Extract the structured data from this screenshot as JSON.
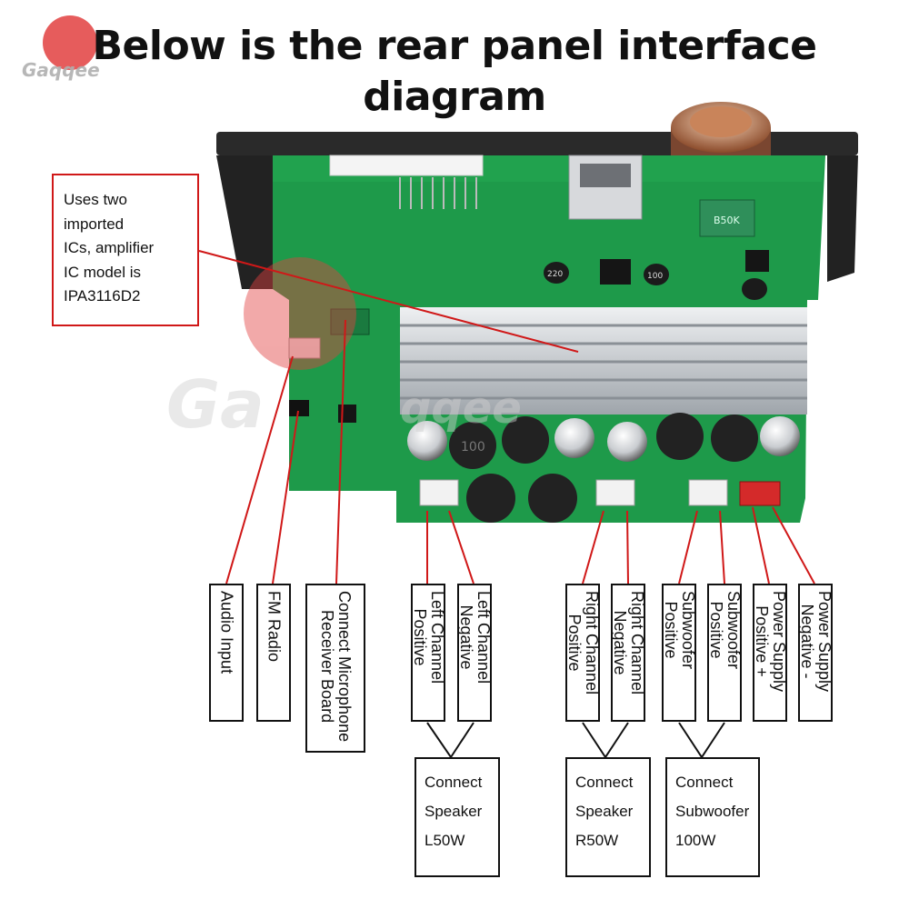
{
  "watermark": {
    "brand": "Gaqqee"
  },
  "title": {
    "line1": "Below is the rear panel interface",
    "line2": "diagram"
  },
  "note": {
    "lines": [
      "Uses two",
      "imported",
      "ICs, amplifier",
      "IC model is",
      "IPA3116D2"
    ]
  },
  "board": {
    "inductor_marking": "100",
    "resistor_marking": "B50K",
    "capacitor_marking_1": "220",
    "capacitor_marking_2": "100"
  },
  "labels": [
    {
      "lines": [
        "Audio Input"
      ]
    },
    {
      "lines": [
        "FM Radio"
      ]
    },
    {
      "lines": [
        "Connect Microphone",
        "Receiver Board"
      ]
    },
    {
      "lines": [
        "Left Channel",
        "Positive"
      ]
    },
    {
      "lines": [
        "Left Channel",
        "Negative"
      ]
    },
    {
      "lines": [
        "Right Channel",
        "Positive"
      ]
    },
    {
      "lines": [
        "Right Channel",
        "Negative"
      ]
    },
    {
      "lines": [
        "Subwoofer",
        "Positive"
      ]
    },
    {
      "lines": [
        "Subwoofer",
        "Positive"
      ]
    },
    {
      "lines": [
        "Power Supply",
        "Positive +"
      ]
    },
    {
      "lines": [
        "Power Supply",
        "Negative -"
      ]
    }
  ],
  "speakers": [
    {
      "lines": [
        "Connect",
        "Speaker",
        "L50W"
      ]
    },
    {
      "lines": [
        "Connect",
        "Speaker",
        "R50W"
      ]
    },
    {
      "lines": [
        "Connect",
        "Subwoofer",
        "100W"
      ]
    }
  ],
  "colors": {
    "accent": "#d01818",
    "board": "#1e9a4a",
    "heatsink": "#c9cdd1",
    "panel": "#2a2a2a"
  }
}
